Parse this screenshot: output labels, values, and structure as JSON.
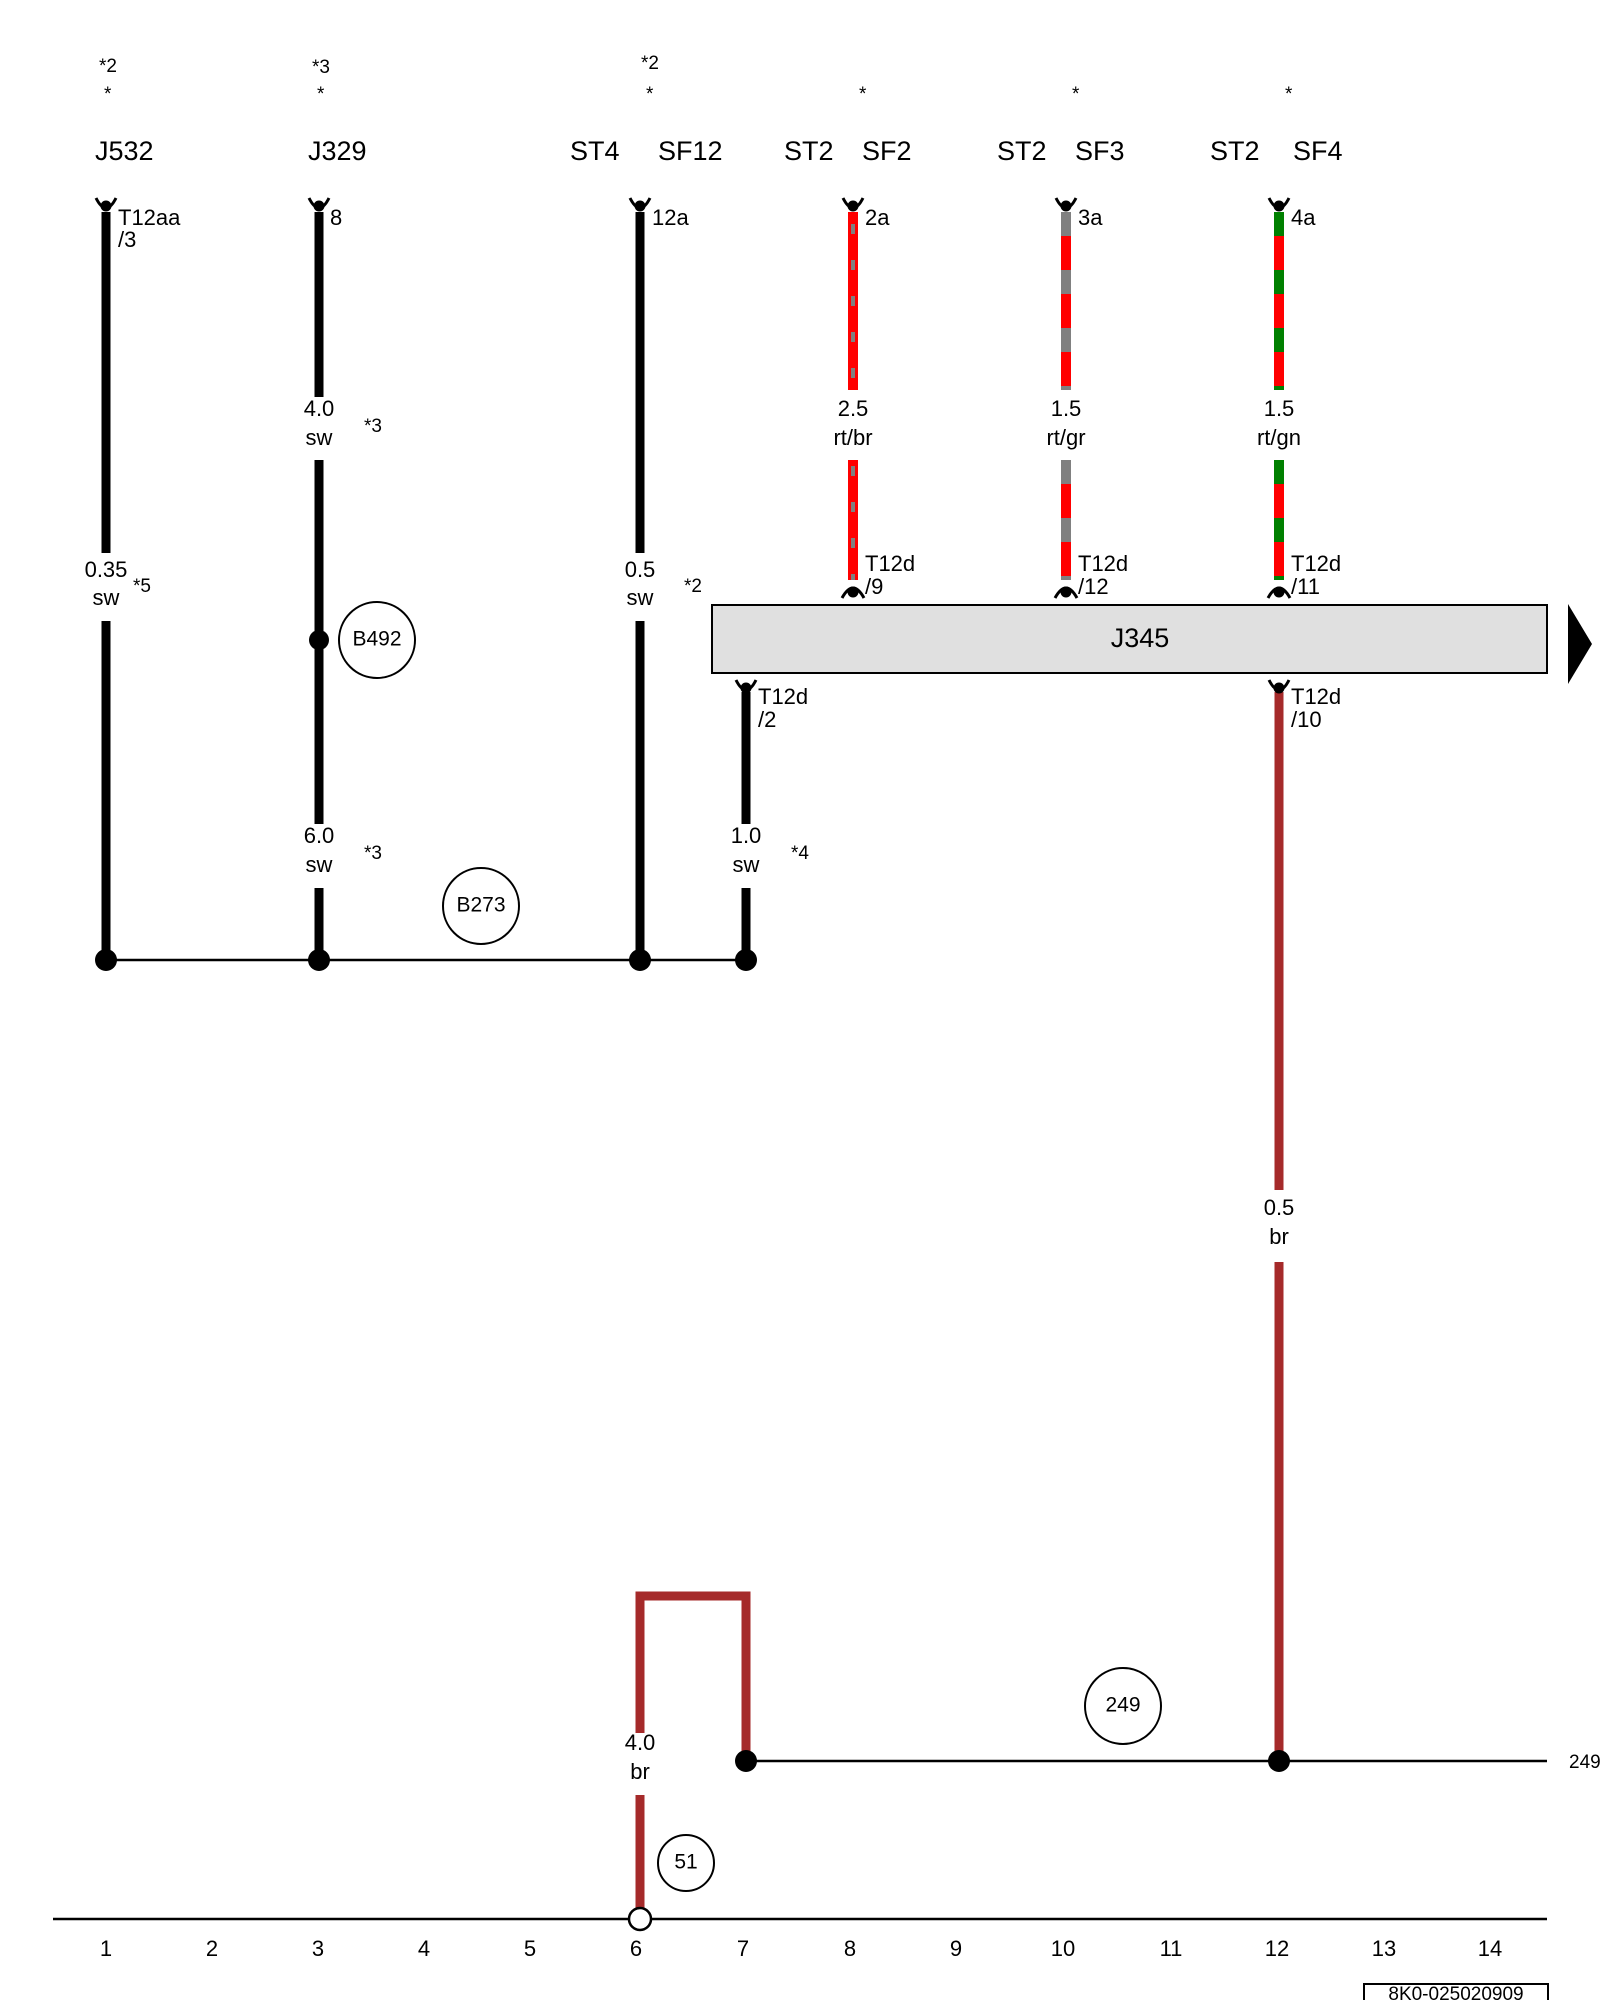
{
  "components": {
    "j532": "J532",
    "j329": "J329",
    "st4": "ST4",
    "sf12": "SF12",
    "st2_a": "ST2",
    "sf2": "SF2",
    "st2_b": "ST2",
    "sf3": "SF3",
    "st2_c": "ST2",
    "sf4": "SF4",
    "j345": "J345"
  },
  "marks": {
    "m1": "*2",
    "m2": "*3",
    "m3": "*2",
    "star": "*",
    "w2": "*3",
    "w1": "*5",
    "w3": "*2",
    "w4": "*3",
    "w5": "*4"
  },
  "connectors": {
    "c1a": "T12aa",
    "c1b": "/3",
    "c2": "8",
    "c3": "12a",
    "c4": "2a",
    "c5": "3a",
    "c6": "4a",
    "c7a": "T12d",
    "c7b": "/9",
    "c8a": "T12d",
    "c8b": "/12",
    "c9a": "T12d",
    "c9b": "/11",
    "c10a": "T12d",
    "c10b": "/2",
    "c11a": "T12d",
    "c11b": "/10"
  },
  "wires": [
    {
      "size": "0.35",
      "color": "sw"
    },
    {
      "size": "4.0",
      "color": "sw"
    },
    {
      "size": "0.5",
      "color": "sw"
    },
    {
      "size": "2.5",
      "color": "rt/br"
    },
    {
      "size": "1.5",
      "color": "rt/gr"
    },
    {
      "size": "1.5",
      "color": "rt/gn"
    },
    {
      "size": "6.0",
      "color": "sw"
    },
    {
      "size": "1.0",
      "color": "sw"
    },
    {
      "size": "0.5",
      "color": "br"
    },
    {
      "size": "4.0",
      "color": "br"
    }
  ],
  "grounds": {
    "b492": "B492",
    "b273": "B273",
    "g249": "249",
    "g51": "51",
    "edge249": "249"
  },
  "grid": [
    "1",
    "2",
    "3",
    "4",
    "5",
    "6",
    "7",
    "8",
    "9",
    "10",
    "11",
    "12",
    "13",
    "14"
  ],
  "diagram_id": "8K0-025020909",
  "colors": {
    "black": "#000000",
    "red": "#ff0000",
    "brown": "#a52a2a",
    "grey": "#808080",
    "green": "#008000",
    "module_fill": "#e0e0e0"
  }
}
